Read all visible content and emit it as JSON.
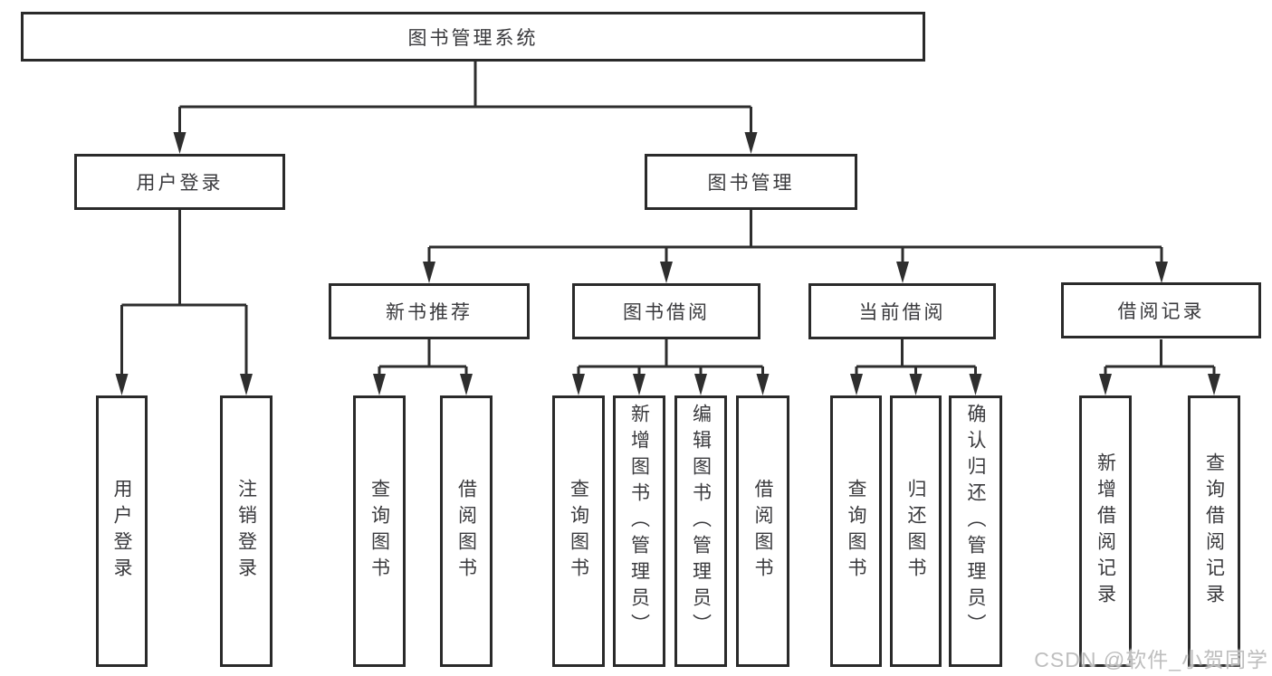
{
  "diagram": {
    "colors": {
      "line": "#2e2e2e",
      "box_border": "#2a2a2a",
      "text": "#3a3a3d",
      "watermark_text": "#bababa",
      "background": "#ffffff"
    },
    "root": {
      "label": "图书管理系统"
    },
    "level2": [
      {
        "label": "用户登录"
      },
      {
        "label": "图书管理"
      }
    ],
    "level3": [
      {
        "label": "新书推荐"
      },
      {
        "label": "图书借阅"
      },
      {
        "label": "当前借阅"
      },
      {
        "label": "借阅记录"
      }
    ],
    "leaves_user_login": [
      {
        "label": "用户登录"
      },
      {
        "label": "注销登录"
      }
    ],
    "leaves_new_book": [
      {
        "label": "查询图书"
      },
      {
        "label": "借阅图书"
      }
    ],
    "leaves_book_borrow": [
      {
        "label": "查询图书"
      },
      {
        "label": "新增图书（管理员）"
      },
      {
        "label": "编辑图书（管理员）"
      },
      {
        "label": "借阅图书"
      }
    ],
    "leaves_current_borrow": [
      {
        "label": "查询图书"
      },
      {
        "label": "归还图书"
      },
      {
        "label": "确认归还（管理员）"
      }
    ],
    "leaves_borrow_records": [
      {
        "label": "新增借阅记录"
      },
      {
        "label": "查询借阅记录"
      }
    ],
    "watermark": "CSDN @软件_小贺同学"
  }
}
